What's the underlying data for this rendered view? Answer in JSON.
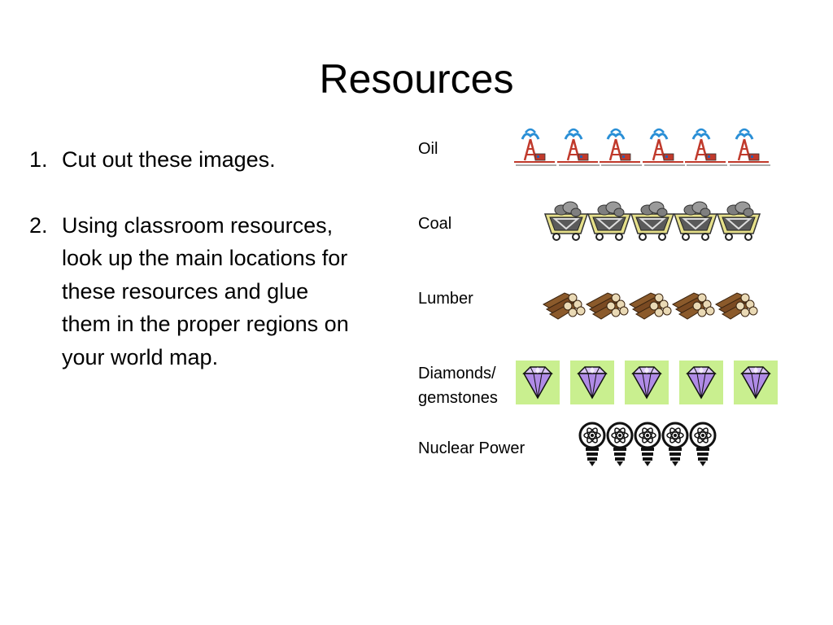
{
  "slide": {
    "title": "Resources",
    "instructions": [
      {
        "number": "1.",
        "text": "Cut out these images."
      },
      {
        "number": "2.",
        "text": "Using classroom resources, look up the main locations for these resources and glue them in the proper regions on your world map."
      }
    ]
  },
  "resources": {
    "oil": {
      "label": "Oil",
      "icon": "oil-derrick-icon",
      "count": 6
    },
    "coal": {
      "label": "Coal",
      "icon": "coal-cart-icon",
      "count": 5
    },
    "lumber": {
      "label": "Lumber",
      "icon": "log-pile-icon",
      "count": 5
    },
    "diamonds": {
      "label_line1": "Diamonds/",
      "label_line2": "gemstones",
      "icon": "diamond-icon",
      "count": 5
    },
    "nuclear": {
      "label": "Nuclear Power",
      "icon": "atom-lightbulb-icon",
      "count": 5
    }
  },
  "colors": {
    "oil_red": "#c0392b",
    "water_blue": "#2a8fd6",
    "coal_gray": "#7f7f7f",
    "cart_yellow": "#e6e08a",
    "wood_brown": "#8b5a2b",
    "gem_purple": "#b08be6",
    "gem_bg_green": "#c9ef8f"
  }
}
